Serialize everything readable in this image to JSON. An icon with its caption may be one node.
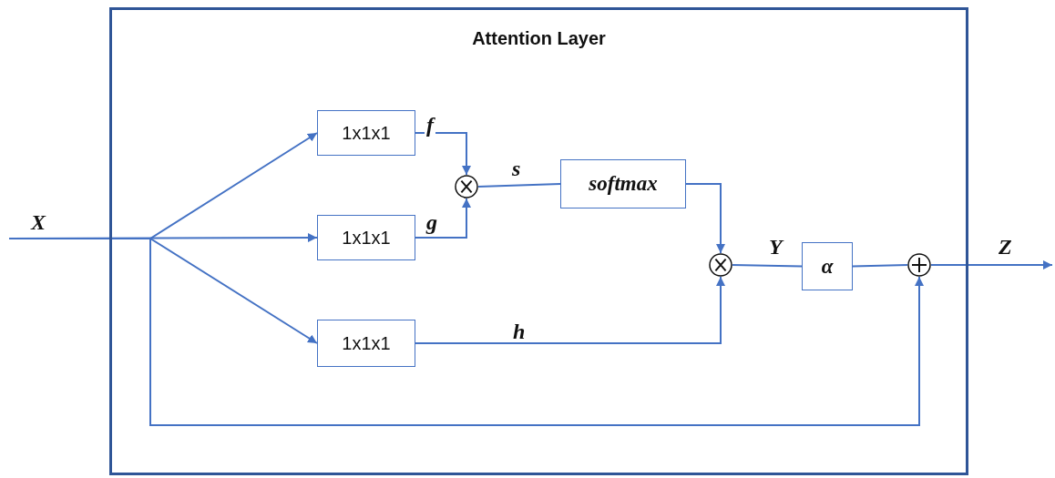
{
  "diagram": {
    "nodes": [
      {
        "text": [
          "Attention Layer"
        ]
      },
      {
        "text": [
          "1x1x1"
        ],
        "in": 0
      },
      {
        "text": [
          "1x1x1"
        ],
        "in": 0
      },
      {
        "text": [
          "1x1x1"
        ],
        "in": 0
      },
      {
        "text": [],
        "shape": "circle",
        "in": 0
      },
      {
        "text": [
          "softmax"
        ],
        "in": 0
      },
      {
        "text": [],
        "shape": "circle",
        "in": 0
      },
      {
        "text": [
          "α"
        ],
        "in": 0
      },
      {
        "text": [],
        "shape": "circle",
        "in": 0
      }
    ],
    "edges": [
      {
        "from": null,
        "to": 1,
        "arrow": "to"
      },
      {
        "from": null,
        "to": 2,
        "arrow": "to",
        "label": "X"
      },
      {
        "from": null,
        "to": 3,
        "arrow": "to"
      },
      {
        "from": null,
        "to": 8,
        "arrow": "to"
      },
      {
        "from": 1,
        "to": 4,
        "arrow": "to",
        "label": "f"
      },
      {
        "from": 2,
        "to": 4,
        "arrow": "to",
        "label": "g"
      },
      {
        "from": 4,
        "to": 5,
        "arrow": "none",
        "label": "s"
      },
      {
        "from": 5,
        "to": 6,
        "arrow": "to"
      },
      {
        "from": 3,
        "to": 6,
        "arrow": "to",
        "label": "h"
      },
      {
        "from": 6,
        "to": 7,
        "arrow": "none",
        "label": "Y"
      },
      {
        "from": 7,
        "to": 8,
        "arrow": "none"
      },
      {
        "from": 8,
        "to": null,
        "arrow": "to",
        "label": "Z"
      }
    ]
  }
}
